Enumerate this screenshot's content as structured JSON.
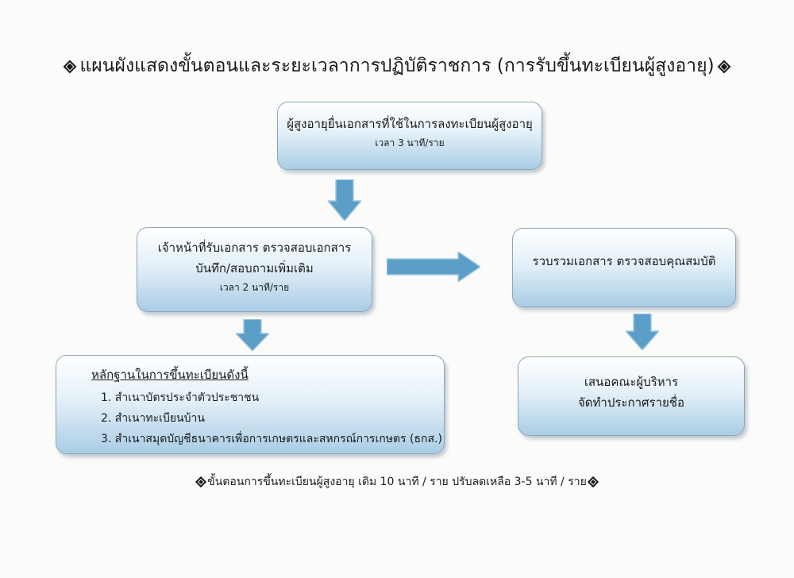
{
  "title": "แผนผังแสดงขั้นตอนและระยะเวลาการปฏิบัติราชการ (การรับขึ้นทะเบียนผู้สูงอายุ)",
  "steps": {
    "submit": {
      "text": "ผู้สูงอายุยื่นเอกสารที่ใช้ในการลงทะเบียนผู้สูงอายุ",
      "time": "เวลา 3 นาที/ราย"
    },
    "officer": {
      "line1": "เจ้าหน้าที่รับเอกสาร ตรวจสอบเอกสาร",
      "line2": "บันทึก/สอบถามเพิ่มเติม",
      "time": "เวลา 2 นาที/ราย"
    },
    "collect": {
      "text": "รวบรวมเอกสาร ตรวจสอบคุณสมบัติ"
    },
    "propose": {
      "line1": "เสนอคณะผู้บริหาร",
      "line2": "จัดทำประกาศรายชื่อ"
    }
  },
  "evidence": {
    "title": "หลักฐานในการขึ้นทะเบียนดังนี้",
    "items": [
      "1. สำเนาบัตรประจำตัวประชาชน",
      "2. สำเนาทะเบียนบ้าน",
      "3. สำเนาสมุดบัญชีธนาคารเพื่อการเกษตรและสหกรณ์การเกษตร (ธกส.)"
    ]
  },
  "footer": "ขั้นตอนการขึ้นทะเบียนผู้สูงอายุ เดิม 10 นาที / ราย ปรับลดเหลือ 3-5 นาที / ราย",
  "colors": {
    "arrow": "#5b9fc9",
    "box_border": "#8aa7bd",
    "box_gradient_bottom": "#a9cde5"
  },
  "icons": {
    "title_bullet": "diamond-icon",
    "flow_arrow": "block-arrow-icon"
  }
}
